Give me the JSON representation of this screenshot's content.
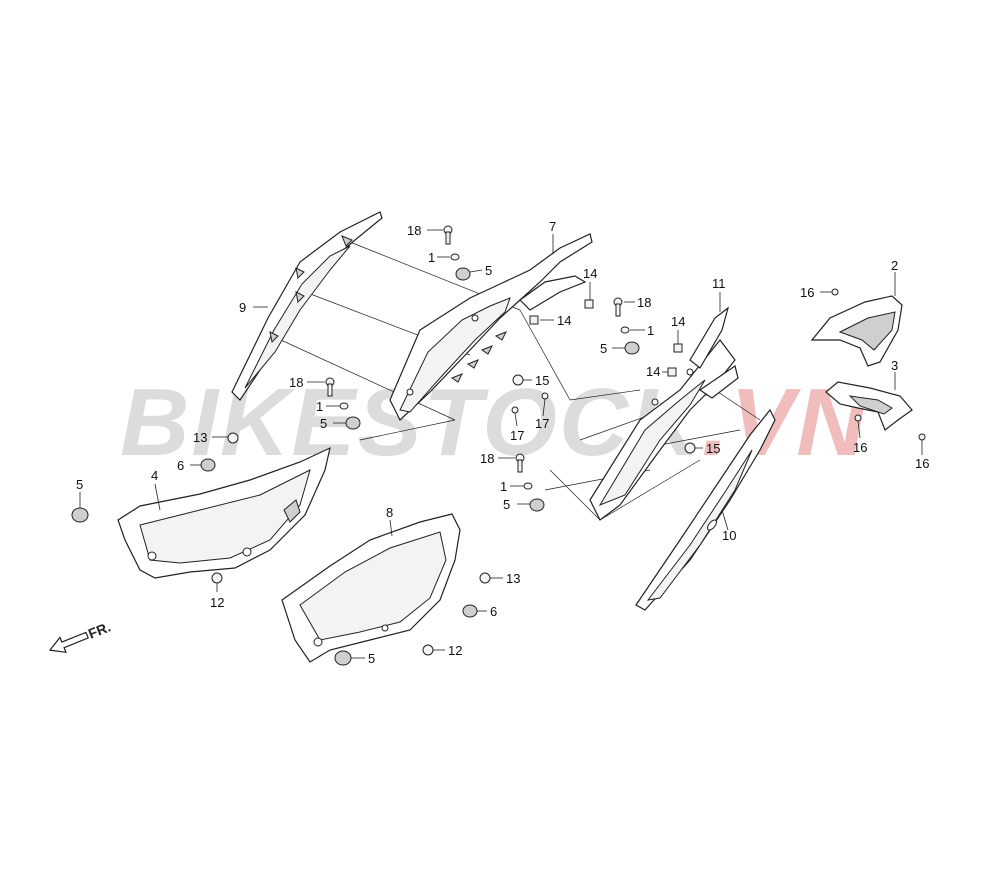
{
  "watermark": {
    "text_a": "BIKESTOCK",
    "text_b": ".VN",
    "color_a": "#d9d9d9",
    "color_b": "#f2c2c2"
  },
  "direction_marker": {
    "label": "FR.",
    "icon": "arrow-left-icon"
  },
  "callouts": {
    "c1a": "1",
    "c1b": "1",
    "c1c": "1",
    "c1d": "1",
    "c2": "2",
    "c3": "3",
    "c4": "4",
    "c5a": "5",
    "c5b": "5",
    "c5c": "5",
    "c5d": "5",
    "c5e": "5",
    "c5f": "5",
    "c6a": "6",
    "c6b": "6",
    "c7": "7",
    "c8": "8",
    "c9": "9",
    "c10": "10",
    "c11": "11",
    "c12a": "12",
    "c12b": "12",
    "c13a": "13",
    "c13b": "13",
    "c14a": "14",
    "c14b": "14",
    "c14c": "14",
    "c14d": "14",
    "c15a": "15",
    "c15b": "15",
    "c16a": "16",
    "c16b": "16",
    "c16c": "16",
    "c17a": "17",
    "c17b": "17",
    "c18a": "18",
    "c18b": "18",
    "c18c": "18",
    "c18d": "18"
  }
}
